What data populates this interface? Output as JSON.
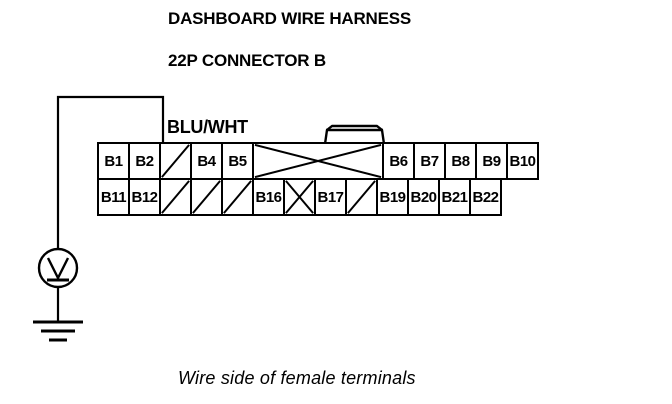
{
  "title": {
    "line1": "DASHBOARD WIRE HARNESS",
    "line2": "22P CONNECTOR B"
  },
  "wire_label": "BLU/WHT",
  "caption": "Wire side of female terminals",
  "meter": {
    "symbol": "V",
    "name": "voltmeter",
    "ground": "chassis-ground"
  },
  "connector": {
    "name": "22P Connector B",
    "columns": 16,
    "rows": 2,
    "top_row": [
      {
        "label": "B1",
        "type": "terminal"
      },
      {
        "label": "B2",
        "type": "terminal"
      },
      {
        "label": "",
        "type": "blank-diagonal"
      },
      {
        "label": "B4",
        "type": "terminal"
      },
      {
        "label": "B5",
        "type": "terminal"
      },
      {
        "label": "",
        "type": "blank-bowtie",
        "span": 4
      },
      {
        "label": "B6",
        "type": "terminal"
      },
      {
        "label": "B7",
        "type": "terminal"
      },
      {
        "label": "B8",
        "type": "terminal"
      },
      {
        "label": "B9",
        "type": "terminal"
      },
      {
        "label": "B10",
        "type": "terminal"
      }
    ],
    "bottom_row": [
      {
        "label": "B11",
        "type": "terminal"
      },
      {
        "label": "B12",
        "type": "terminal"
      },
      {
        "label": "",
        "type": "blank-diagonal"
      },
      {
        "label": "",
        "type": "blank-diagonal"
      },
      {
        "label": "",
        "type": "blank-diagonal"
      },
      {
        "label": "B16",
        "type": "terminal"
      },
      {
        "label": "",
        "type": "blank-cross"
      },
      {
        "label": "B17",
        "type": "terminal"
      },
      {
        "label": "",
        "type": "blank-diagonal"
      },
      {
        "label": "B19",
        "type": "terminal"
      },
      {
        "label": "B20",
        "type": "terminal"
      },
      {
        "label": "B21",
        "type": "terminal"
      },
      {
        "label": "B22",
        "type": "terminal"
      }
    ]
  },
  "colors": {
    "ink": "#000000",
    "paper": "#ffffff"
  }
}
